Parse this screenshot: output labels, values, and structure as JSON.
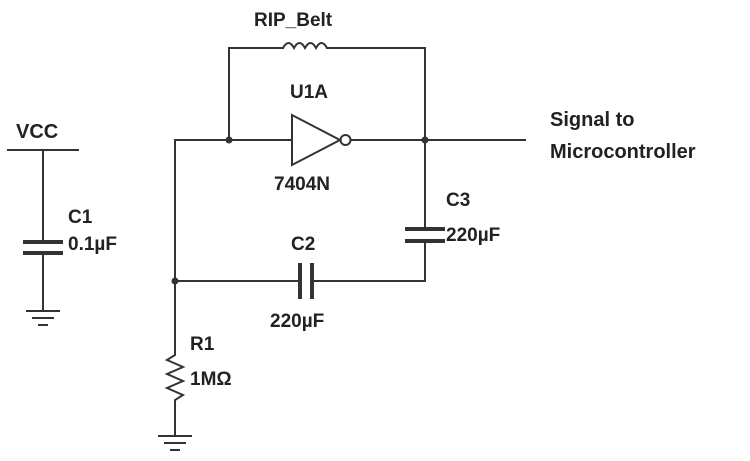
{
  "power": {
    "label": "VCC"
  },
  "components": {
    "c1": {
      "ref": "C1",
      "value": "0.1µF"
    },
    "c2": {
      "ref": "C2",
      "value": "220µF"
    },
    "c3": {
      "ref": "C3",
      "value": "220µF"
    },
    "r1": {
      "ref": "R1",
      "value": "1MΩ"
    },
    "inductor": {
      "ref": "RIP_Belt"
    },
    "u1": {
      "ref": "U1A",
      "part": "7404N"
    }
  },
  "output": {
    "line1": "Signal to",
    "line2": "Microcontroller"
  },
  "colors": {
    "wire": "#333333",
    "text": "#222222",
    "background": "#ffffff"
  }
}
